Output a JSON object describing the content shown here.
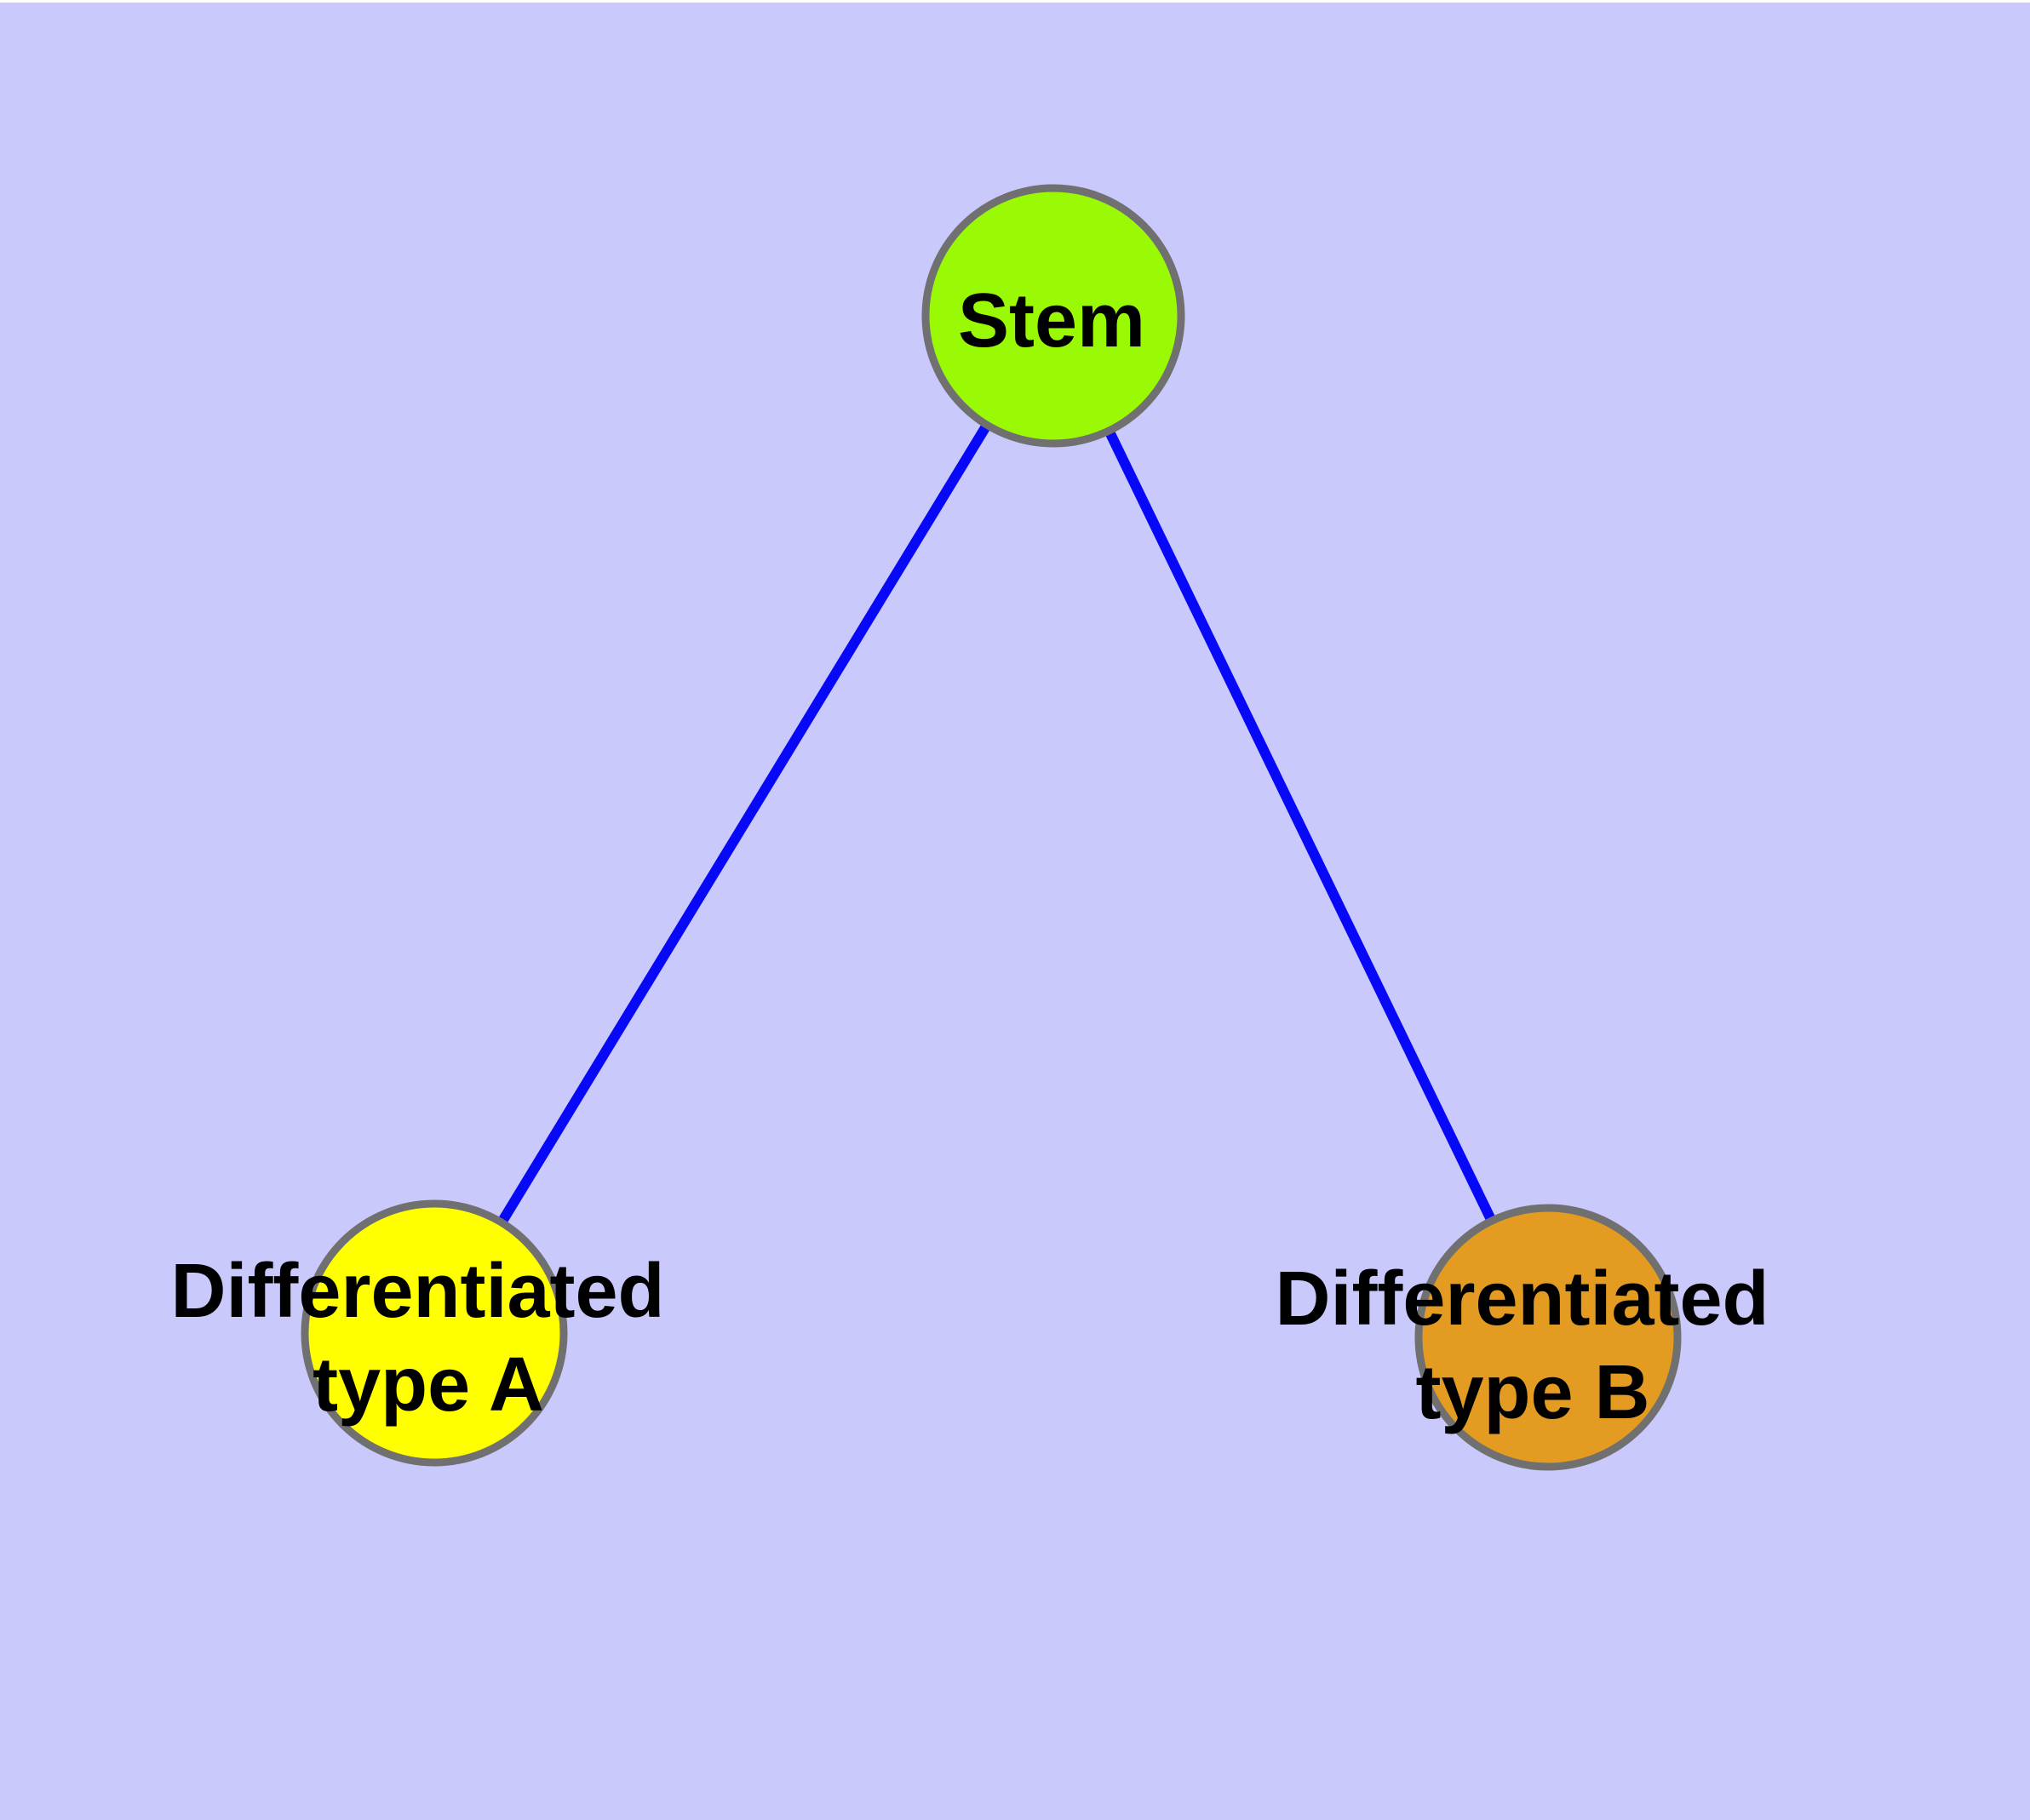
{
  "diagram": {
    "type": "graph",
    "background_color": "#C9C9FB",
    "top_margin_color": "#FFFFFF",
    "edge_color": "#0808F8",
    "node_border_color": "#707070",
    "label_color": "#000000",
    "nodes": [
      {
        "id": "stem",
        "label": "Stem",
        "color": "#9AFA05"
      },
      {
        "id": "differentiated-type-a",
        "label_line1": "Differentiated",
        "label_line2": "type A",
        "color": "#FFFF00"
      },
      {
        "id": "differentiated-type-b",
        "label_line1": "Differentiated",
        "label_line2": "type B",
        "color": "#E39B22"
      }
    ],
    "edges": [
      {
        "from": "Stem",
        "to": "Differentiated type A"
      },
      {
        "from": "Stem",
        "to": "Differentiated type B"
      }
    ]
  }
}
